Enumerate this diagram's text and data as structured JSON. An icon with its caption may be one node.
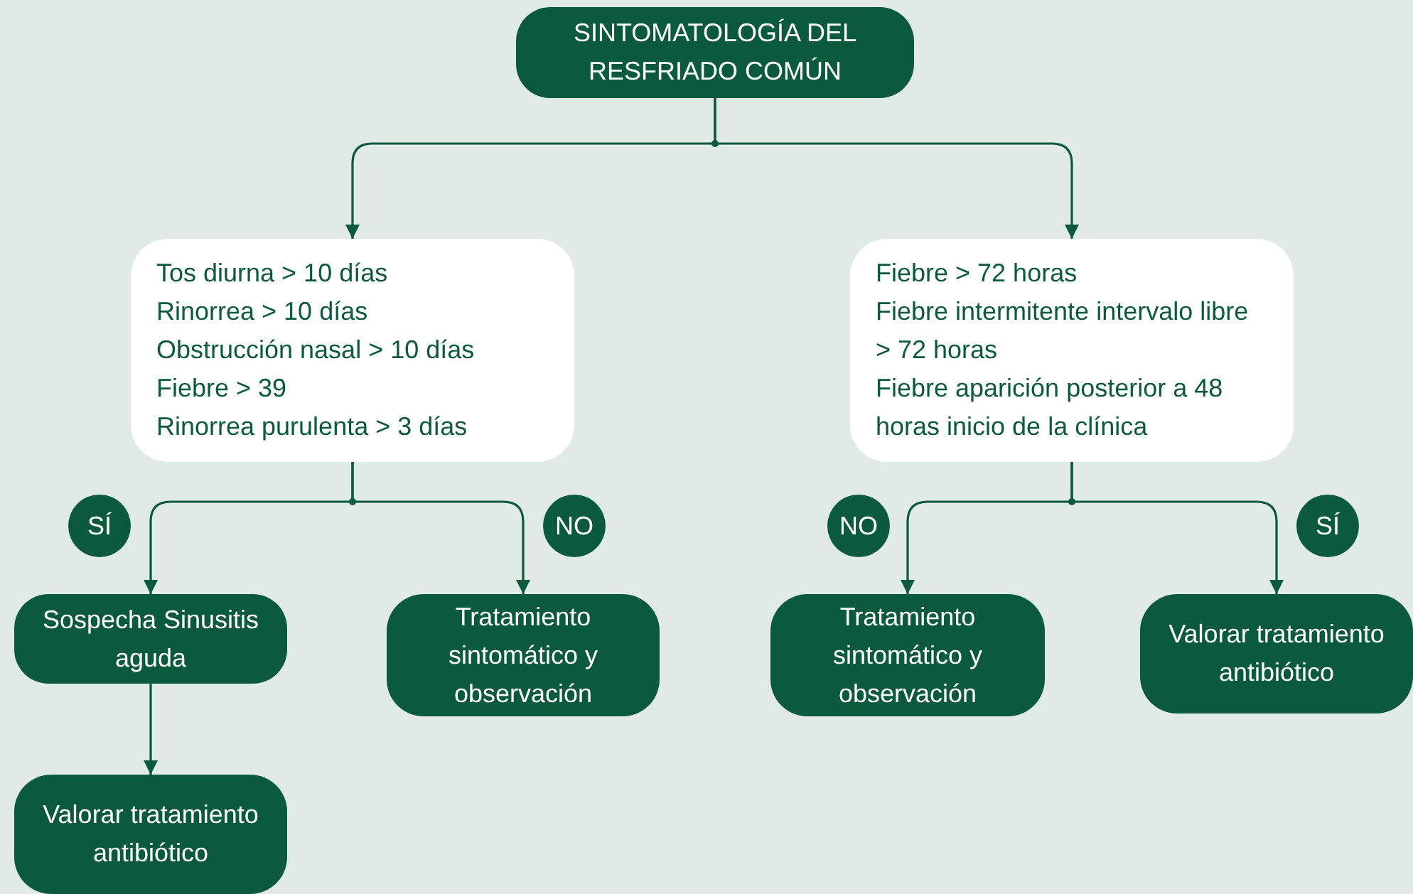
{
  "diagram": {
    "nodes": [
      {
        "text": [
          "SINTOMATOLOGÍA DEL RESFRIADO COMÚN"
        ]
      },
      {
        "text": [
          "Tos diurna > 10 días",
          "Rinorrea > 10 días",
          "Obstrucción nasal > 10 días",
          "Fiebre > 39",
          "Rinorrea purulenta > 3 días"
        ]
      },
      {
        "text": [
          "Fiebre > 72 horas",
          "Fiebre intermitente intervalo libre > 72 horas",
          "Fiebre aparición posterior a 48 horas inicio de la clínica"
        ]
      },
      {
        "text": [
          "SÍ"
        ]
      },
      {
        "text": [
          "NO"
        ]
      },
      {
        "text": [
          "Sospecha Sinusitis aguda"
        ]
      },
      {
        "text": [
          "Tratamiento sintomático y observación"
        ]
      },
      {
        "text": [
          "Valorar tratamiento antibiótico"
        ]
      },
      {
        "text": [
          "NO"
        ]
      },
      {
        "text": [
          "SÍ"
        ]
      },
      {
        "text": [
          "Tratamiento sintomático y observación"
        ]
      },
      {
        "text": [
          "Valorar tratamiento antibiótico"
        ]
      }
    ],
    "edges": [
      {
        "from": 0,
        "to": 1,
        "arrow": "to"
      },
      {
        "from": 0,
        "to": 2,
        "arrow": "to"
      },
      {
        "from": 1,
        "to": 5,
        "arrow": "to"
      },
      {
        "from": 1,
        "to": 6,
        "arrow": "to"
      },
      {
        "from": 2,
        "to": 10,
        "arrow": "to"
      },
      {
        "from": 2,
        "to": 11,
        "arrow": "to"
      },
      {
        "from": 5,
        "to": 7,
        "arrow": "to"
      }
    ]
  }
}
